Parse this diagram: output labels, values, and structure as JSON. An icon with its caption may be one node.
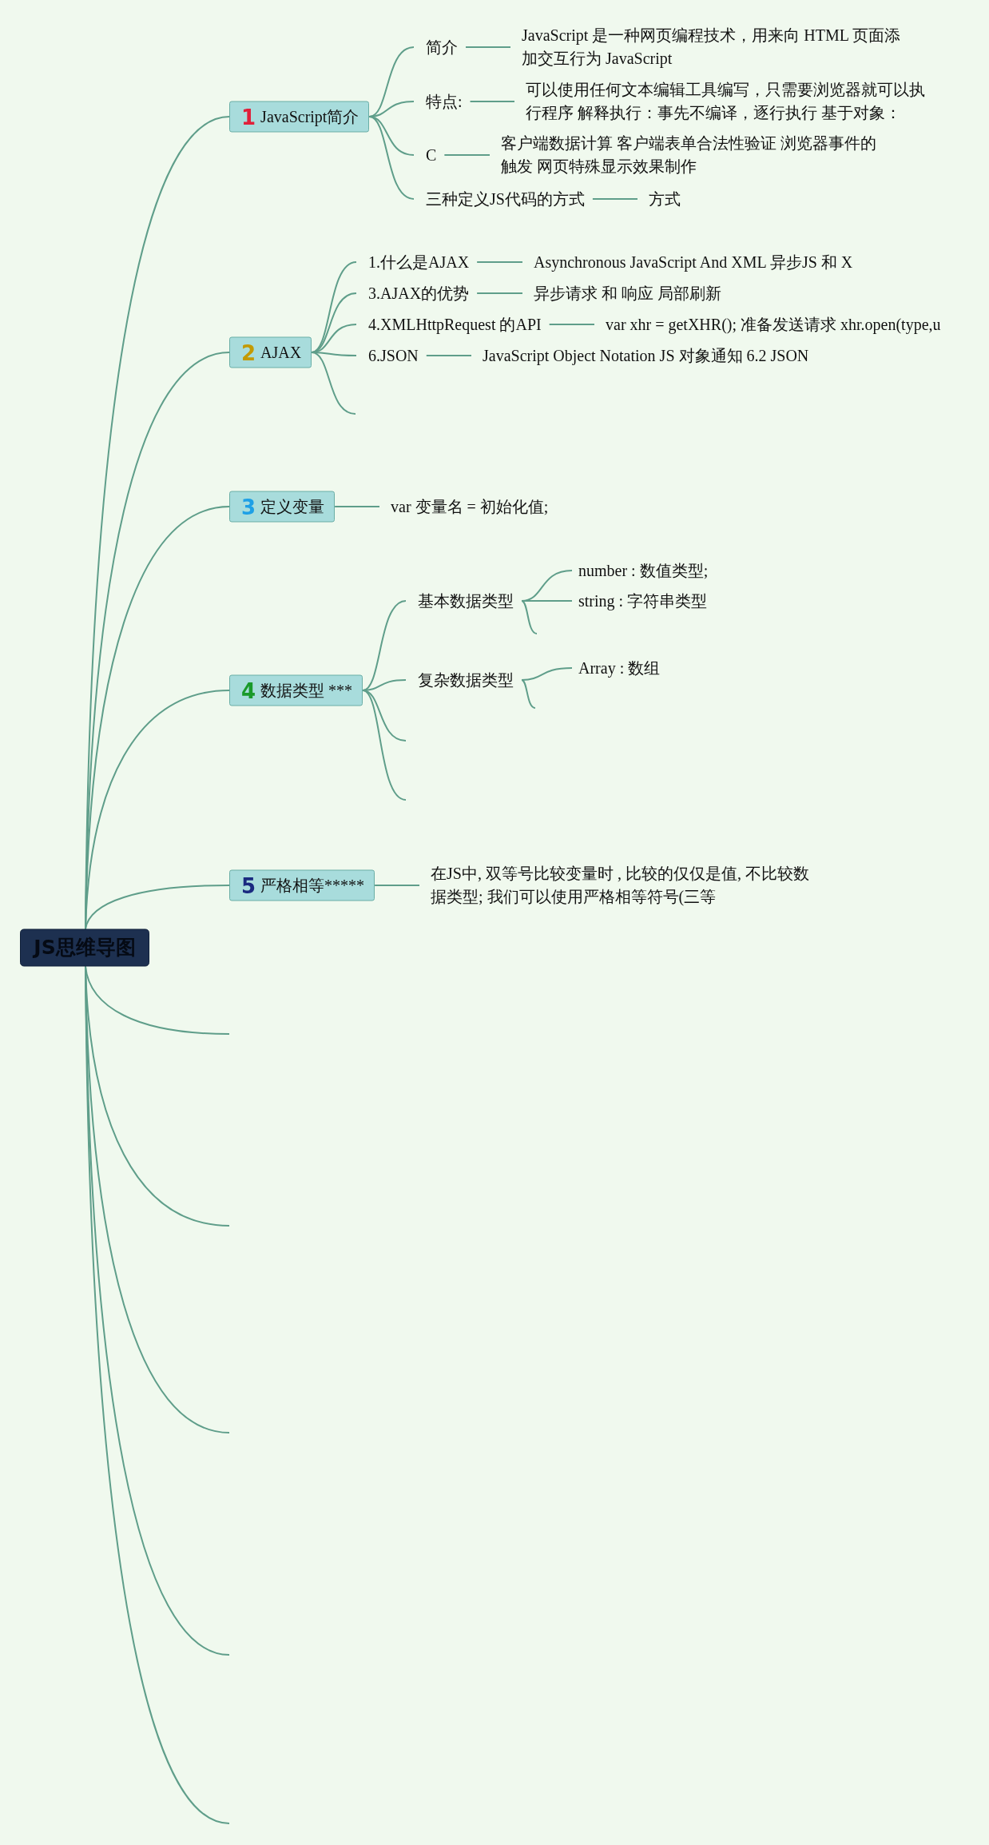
{
  "diagram": {
    "nodes": [
      {
        "text": [
          "JS思维导图"
        ]
      },
      {
        "text": [
          "1",
          "JavaScript简介"
        ]
      },
      {
        "text": [
          "简介"
        ]
      },
      {
        "text": [
          "JavaScript 是一种网页编程技术，用来向 HTML 页面添加交互行为 JavaScript"
        ]
      },
      {
        "text": [
          "特点:"
        ]
      },
      {
        "text": [
          "可以使用任何文本编辑工具编写，只需要浏览器就可以执行程序 解释执行：事先不编译，逐行执行 基于对象："
        ]
      },
      {
        "text": [
          "C"
        ]
      },
      {
        "text": [
          "客户端数据计算 客户端表单合法性验证 浏览器事件的触发 网页特殊显示效果制作"
        ]
      },
      {
        "text": [
          "三种定义JS代码的方式"
        ]
      },
      {
        "text": [
          "方式"
        ]
      },
      {
        "text": [
          "2",
          "AJAX"
        ]
      },
      {
        "text": [
          "1.什么是AJAX"
        ]
      },
      {
        "text": [
          "Asynchronous JavaScript And XML 异步JS 和 X"
        ]
      },
      {
        "text": [
          "3.AJAX的优势"
        ]
      },
      {
        "text": [
          "异步请求 和 响应 局部刷新"
        ]
      },
      {
        "text": [
          "4.XMLHttpRequest 的API"
        ]
      },
      {
        "text": [
          "var xhr = getXHR(); 准备发送请求 xhr.open(type,u"
        ]
      },
      {
        "text": [
          "6.JSON"
        ]
      },
      {
        "text": [
          "JavaScript Object Notation JS 对象通知 6.2 JSON"
        ]
      },
      {
        "text": [
          "3",
          "定义变量"
        ]
      },
      {
        "text": [
          "var 变量名 = 初始化值;"
        ]
      },
      {
        "text": [
          "4",
          "数据类型 ***"
        ]
      },
      {
        "text": [
          "基本数据类型"
        ]
      },
      {
        "text": [
          "number : 数值类型;"
        ]
      },
      {
        "text": [
          "string : 字符串类型"
        ]
      },
      {
        "text": [
          "复杂数据类型"
        ]
      },
      {
        "text": [
          "Array : 数组"
        ]
      },
      {
        "text": [
          "5",
          "严格相等*****"
        ]
      },
      {
        "text": [
          "在JS中, 双等号比较变量时 , 比较的仅仅是值, 不比较数据类型; 我们可以使用严格相等符号(三等"
        ]
      }
    ],
    "edges": [
      {
        "from": 0,
        "to": 1,
        "arrow": "none"
      },
      {
        "from": 0,
        "to": 10,
        "arrow": "none"
      },
      {
        "from": 0,
        "to": 19,
        "arrow": "none"
      },
      {
        "from": 0,
        "to": 21,
        "arrow": "none"
      },
      {
        "from": 0,
        "to": 27,
        "arrow": "none"
      },
      {
        "from": 0,
        "to": null,
        "arrow": "none"
      },
      {
        "from": 0,
        "to": null,
        "arrow": "none"
      },
      {
        "from": 0,
        "to": null,
        "arrow": "none"
      },
      {
        "from": 0,
        "to": null,
        "arrow": "none"
      },
      {
        "from": 0,
        "to": null,
        "arrow": "none"
      },
      {
        "from": 1,
        "to": 2,
        "arrow": "none"
      },
      {
        "from": 1,
        "to": 4,
        "arrow": "none"
      },
      {
        "from": 1,
        "to": 6,
        "arrow": "none"
      },
      {
        "from": 1,
        "to": 8,
        "arrow": "none"
      },
      {
        "from": 2,
        "to": 3,
        "arrow": "none"
      },
      {
        "from": 4,
        "to": 5,
        "arrow": "none"
      },
      {
        "from": 6,
        "to": 7,
        "arrow": "none"
      },
      {
        "from": 8,
        "to": 9,
        "arrow": "none"
      },
      {
        "from": 10,
        "to": 11,
        "arrow": "none"
      },
      {
        "from": 10,
        "to": 13,
        "arrow": "none"
      },
      {
        "from": 10,
        "to": 15,
        "arrow": "none"
      },
      {
        "from": 10,
        "to": 17,
        "arrow": "none"
      },
      {
        "from": 10,
        "to": null,
        "arrow": "none"
      },
      {
        "from": 11,
        "to": 12,
        "arrow": "none"
      },
      {
        "from": 13,
        "to": 14,
        "arrow": "none"
      },
      {
        "from": 15,
        "to": 16,
        "arrow": "none"
      },
      {
        "from": 17,
        "to": 18,
        "arrow": "none"
      },
      {
        "from": 19,
        "to": 20,
        "arrow": "none"
      },
      {
        "from": 21,
        "to": 22,
        "arrow": "none"
      },
      {
        "from": 21,
        "to": 25,
        "arrow": "none"
      },
      {
        "from": 21,
        "to": null,
        "arrow": "none"
      },
      {
        "from": 21,
        "to": null,
        "arrow": "none"
      },
      {
        "from": 22,
        "to": 23,
        "arrow": "none"
      },
      {
        "from": 22,
        "to": 24,
        "arrow": "none"
      },
      {
        "from": 22,
        "to": null,
        "arrow": "none"
      },
      {
        "from": 25,
        "to": 26,
        "arrow": "none"
      },
      {
        "from": 25,
        "to": null,
        "arrow": "none"
      },
      {
        "from": 27,
        "to": 28,
        "arrow": "none"
      }
    ]
  }
}
